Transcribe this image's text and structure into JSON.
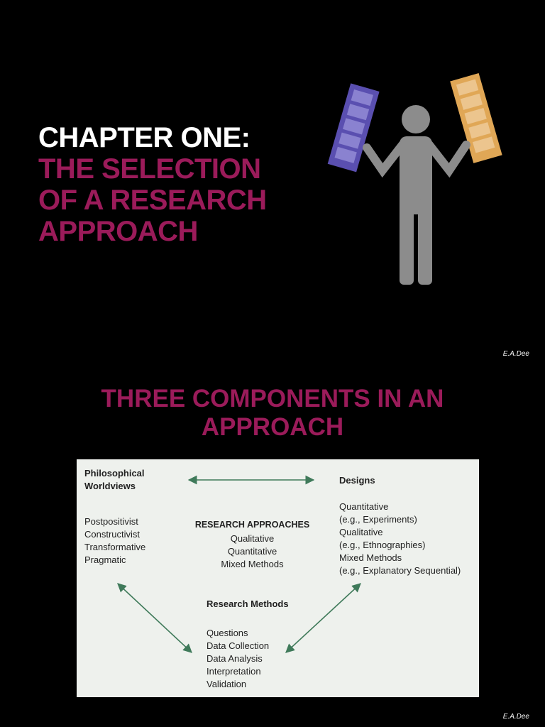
{
  "slide1": {
    "title_line1": "CHAPTER ONE:",
    "title_rest": [
      "THE SELECTION",
      "OF A RESEARCH",
      "APPROACH"
    ],
    "credit": "E.A.Dee",
    "colors": {
      "accent": "#9b1b5a",
      "left_film": "#5a4fb0",
      "right_film": "#e0a756",
      "figure": "#8c8c8c"
    },
    "icons": [
      "person-figure-icon",
      "film-strip-icon"
    ]
  },
  "slide2": {
    "title": [
      "THREE COMPONENTS IN AN",
      "APPROACH"
    ],
    "credit": "E.A.Dee",
    "diagram": {
      "worldviews_heading": [
        "Philosophical",
        "Worldviews"
      ],
      "worldviews_items": [
        "Postpositivist",
        "Constructivist",
        "Transformative",
        "Pragmatic"
      ],
      "approaches_heading": "RESEARCH APPROACHES",
      "approaches_items": [
        "Qualitative",
        "Quantitative",
        "Mixed Methods"
      ],
      "designs_heading": "Designs",
      "designs_items": [
        "Quantitative",
        "(e.g., Experiments)",
        "Qualitative",
        "(e.g., Ethnographies)",
        "Mixed Methods",
        "(e.g., Explanatory Sequential)"
      ],
      "methods_heading": "Research Methods",
      "methods_items": [
        "Questions",
        "Data Collection",
        "Data Analysis",
        "Interpretation",
        "Validation"
      ],
      "arrow_color": "#3f7a5a"
    }
  }
}
